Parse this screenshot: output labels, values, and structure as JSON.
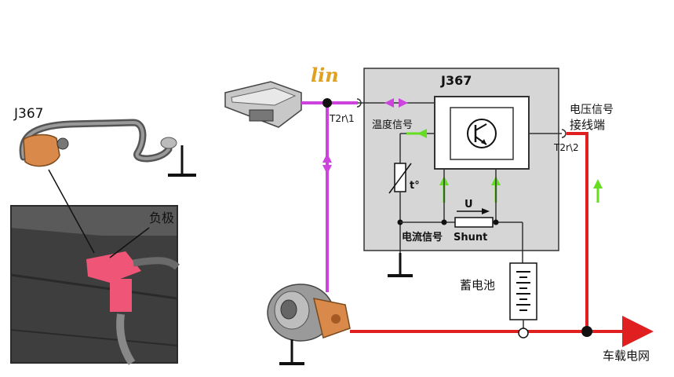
{
  "labels": {
    "left_module": "J367",
    "negative_terminal": "负极",
    "module": "J367",
    "pin1": "T2r\\1",
    "pin2": "T2r\\2",
    "voltage_signal_line1": "电压信号",
    "voltage_signal_line2": "接线端",
    "temperature_signal": "温度信号",
    "temperature_symbol": "t°",
    "current_symbol": "U",
    "current_signal": "电流信号",
    "shunt": "Shunt",
    "battery": "蓄电池",
    "vehicle_network": "车载电网",
    "lin_logo": "lin"
  },
  "colors": {
    "lin_bus": "#cc44dd",
    "power_line": "#e02020",
    "signal_arrow": "#66dd22",
    "module_box": "#d6d6d6",
    "terminal_cap": "#ee5577",
    "sensor_body": "#d98a4a"
  }
}
